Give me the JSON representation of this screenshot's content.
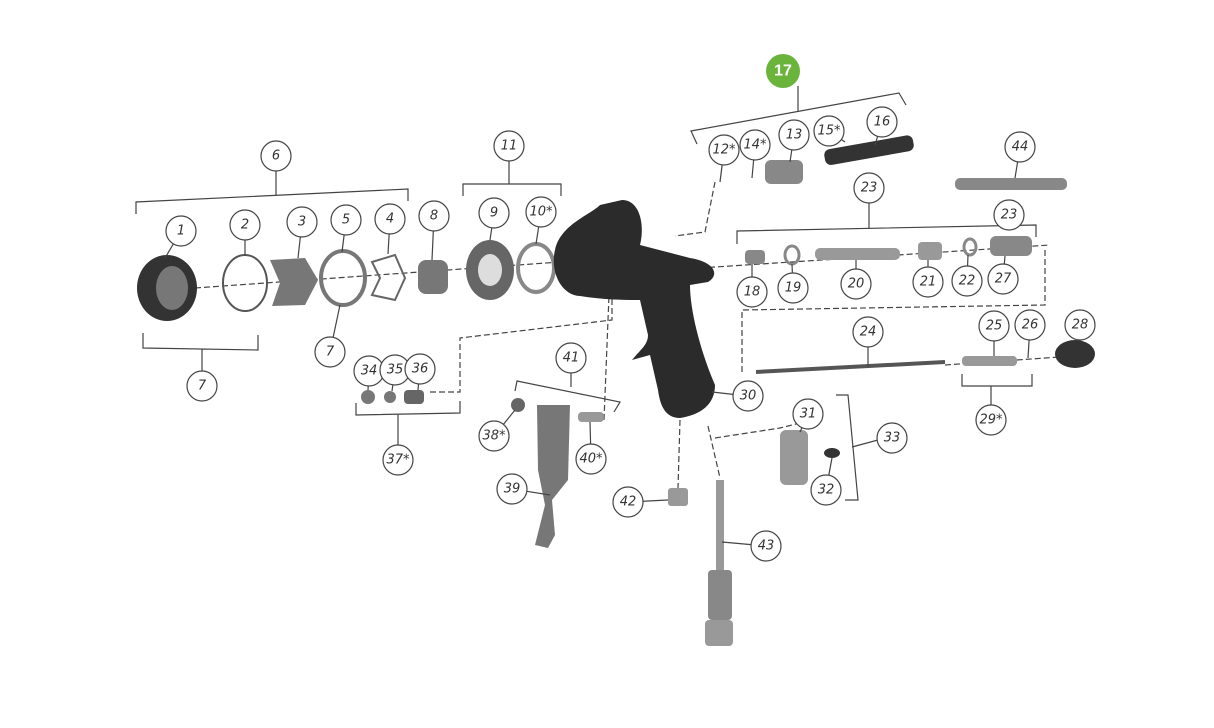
{
  "diagram": {
    "highlight": {
      "label": "17",
      "color": "#6ab43c"
    },
    "callouts": [
      "6",
      "11",
      "12*",
      "14*",
      "13",
      "15*",
      "16",
      "44",
      "23",
      "23",
      "1",
      "2",
      "3",
      "5",
      "4",
      "8",
      "9",
      "10*",
      "18",
      "19",
      "20",
      "21",
      "22",
      "27",
      "7",
      "7",
      "24",
      "25",
      "26",
      "28",
      "34",
      "35",
      "36",
      "41",
      "30",
      "31",
      "33",
      "32",
      "29*",
      "38*",
      "40*",
      "37*",
      "39",
      "42",
      "43"
    ],
    "part_color": "#555555",
    "line_color": "#444444"
  }
}
